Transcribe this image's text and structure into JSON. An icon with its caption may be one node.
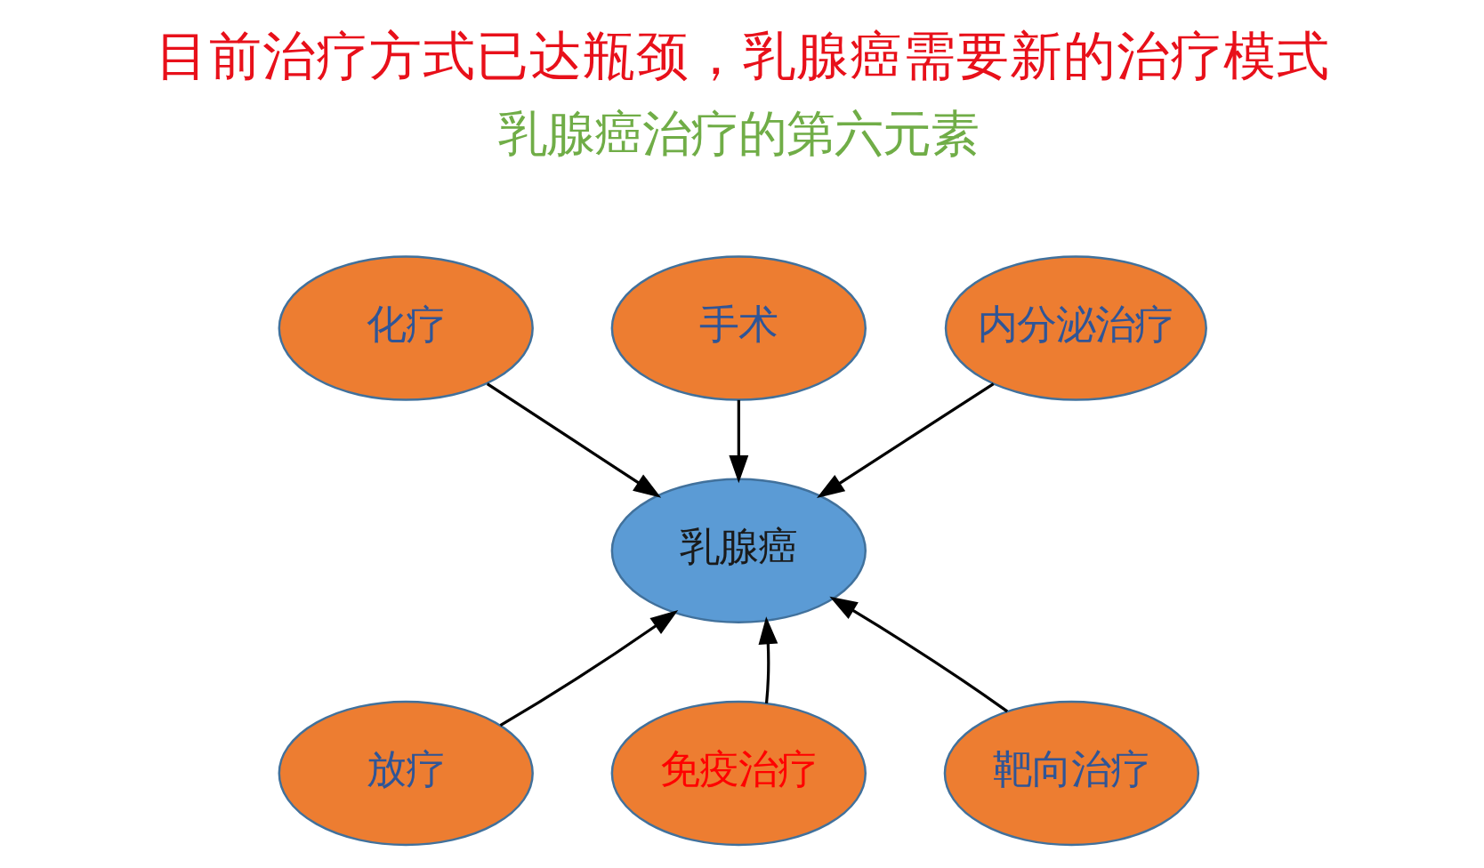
{
  "diagram": {
    "title": "目前治疗方式已达瓶颈，乳腺癌需要新的治疗模式",
    "nodes": [
      {
        "text": [
          "手术"
        ]
      },
      {
        "text": [
          "化疗"
        ]
      },
      {
        "text": [
          "内分泌治疗"
        ]
      },
      {
        "text": [
          "乳腺癌"
        ]
      },
      {
        "text": [
          "放疗"
        ]
      },
      {
        "text": [
          "免疫治疗"
        ]
      },
      {
        "text": [
          "靶向治疗"
        ]
      }
    ],
    "edges": [
      {
        "from": 0,
        "to": 3,
        "arrow": "to"
      },
      {
        "from": 1,
        "to": 3,
        "arrow": "to"
      },
      {
        "from": 2,
        "to": 3,
        "arrow": "to"
      },
      {
        "from": 4,
        "to": 3,
        "arrow": "to"
      },
      {
        "from": 5,
        "to": 3,
        "arrow": "to"
      },
      {
        "from": 6,
        "to": 3,
        "arrow": "to"
      }
    ],
    "labels": [
      "乳腺癌治疗的第六元素"
    ]
  }
}
